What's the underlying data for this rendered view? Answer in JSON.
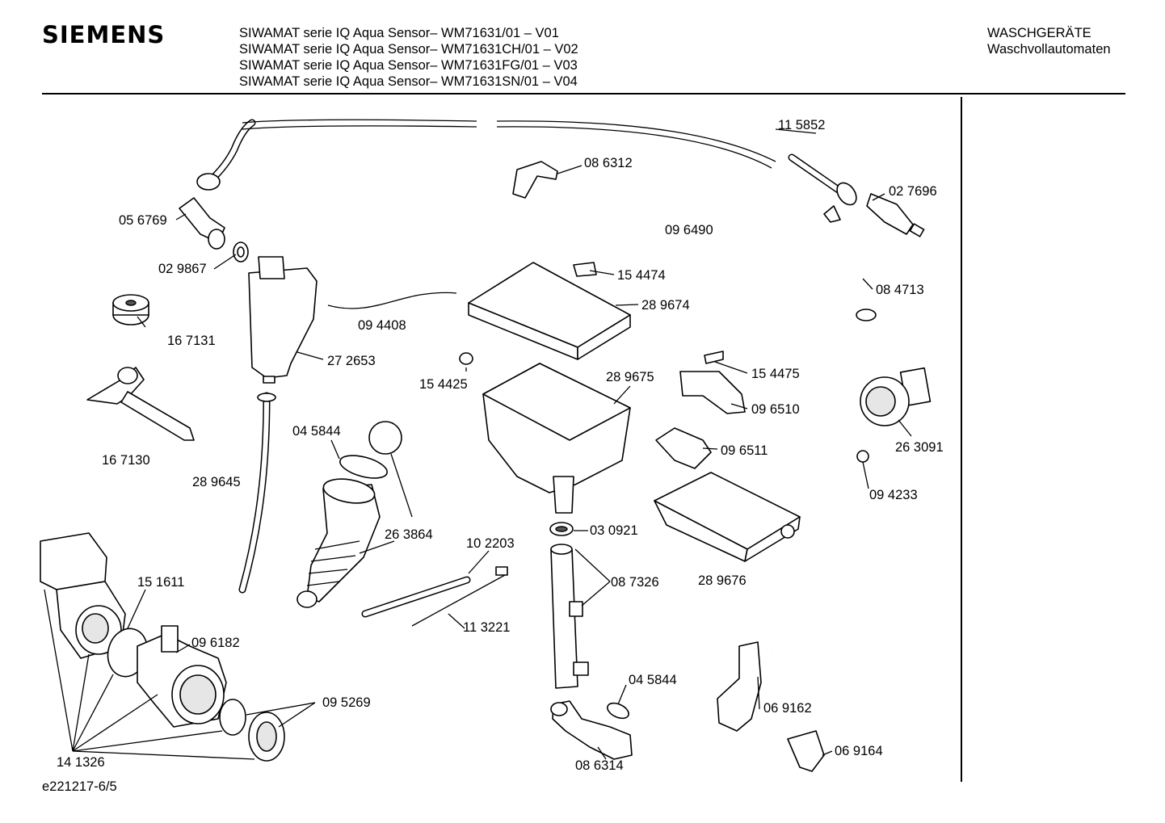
{
  "header": {
    "brand": "SIEMENS",
    "models": [
      "SIWAMAT serie IQ Aqua Sensor– WM71631/01 – V01",
      "SIWAMAT serie IQ Aqua Sensor– WM71631CH/01 – V02",
      "SIWAMAT serie IQ Aqua Sensor– WM71631FG/01 – V03",
      "SIWAMAT serie IQ Aqua Sensor– WM71631SN/01 – V04"
    ],
    "category": "WASCHGERÄTE",
    "subcategory": "Waschvollautomaten"
  },
  "footer": {
    "code": "e221217-6/5"
  },
  "parts": [
    "11 5852",
    "08 6312",
    "02 7696",
    "05 6769",
    "09 6490",
    "02 9867",
    "15 4474",
    "08 4713",
    "28 9674",
    "09 4408",
    "16 7131",
    "27 2653",
    "15 4475",
    "15 4425",
    "28 9675",
    "09 6510",
    "04 5844",
    "26 3091",
    "16 7130",
    "09 6511",
    "28 9645",
    "09 4233",
    "26 3864",
    "10 2203",
    "03 0921",
    "15 1611",
    "08 7326",
    "28 9676",
    "11 3221",
    "09 6182",
    "04 5844",
    "09 5269",
    "06 9162",
    "14 1326",
    "08 6314",
    "06 9164"
  ]
}
